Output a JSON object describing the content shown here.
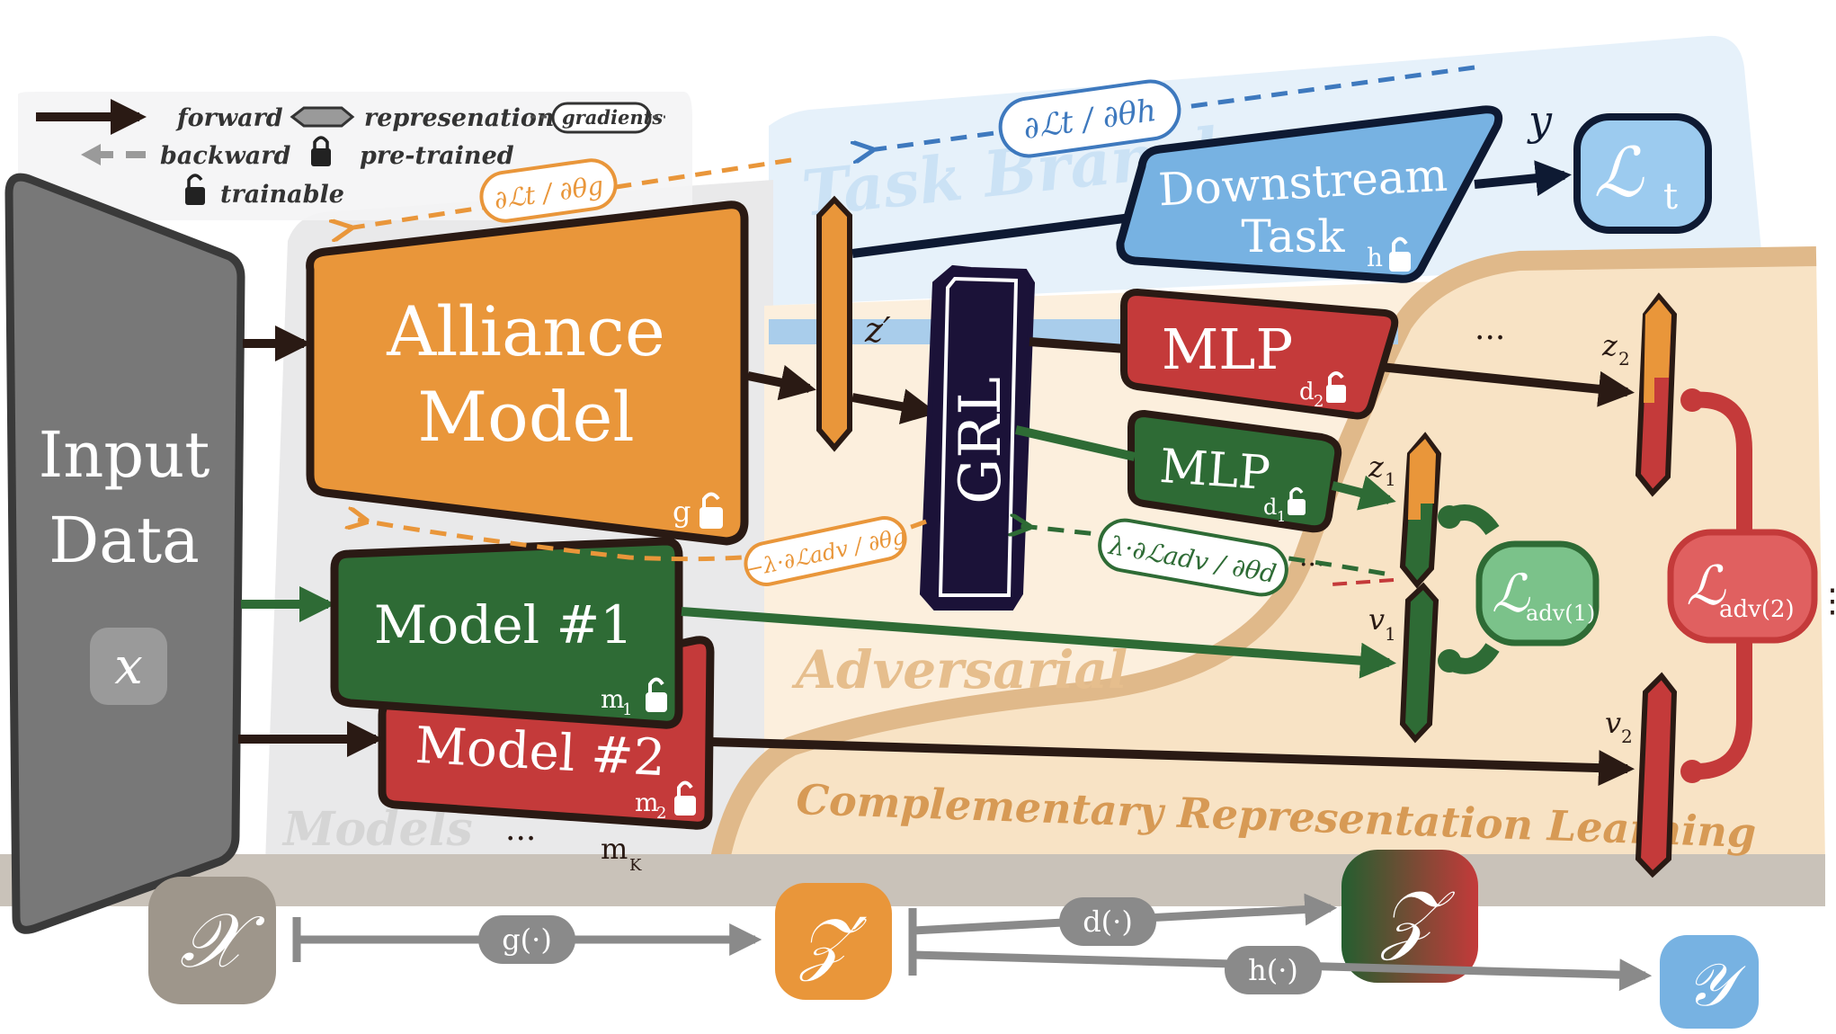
{
  "legend": {
    "forward": "forward",
    "backward": "backward",
    "representation": "represenation",
    "gradients": "gradients",
    "pretrained": "pre-trained",
    "trainable": "trainable"
  },
  "regions": {
    "task_branch": "Task Branch",
    "adversarial": "Adversarial",
    "complementary": "Complementary Representation Learning",
    "models": "Models"
  },
  "blocks": {
    "input_line1": "Input",
    "input_line2": "Data",
    "input_var": "x",
    "alliance_line1": "Alliance",
    "alliance_line2": "Model",
    "alliance_sub": "g",
    "model1": "Model #1",
    "model1_sub": "m",
    "model1_idx": "1",
    "model2": "Model #2",
    "model2_sub": "m",
    "model2_idx": "2",
    "model_k": "m",
    "model_k_idx": "K",
    "ellipsis": "···",
    "grl": "GRL",
    "downstream_line1": "Downstream",
    "downstream_line2": "Task",
    "downstream_sub": "h",
    "mlp_top": "MLP",
    "mlp_top_sub": "d",
    "mlp_top_idx": "2",
    "mlp_bottom": "MLP",
    "mlp_bottom_sub": "d",
    "mlp_bottom_idx": "1"
  },
  "vars": {
    "z_prime": "z′",
    "y": "y",
    "z1": "z",
    "z1_idx": "1",
    "z2": "z",
    "z2_idx": "2",
    "v1": "v",
    "v1_idx": "1",
    "v2": "v",
    "v2_idx": "2"
  },
  "losses": {
    "lt": "ℒ",
    "lt_idx": "t",
    "adv1": "ℒ",
    "adv1_idx": "adv(1)",
    "adv2": "ℒ",
    "adv2_idx": "adv(2)"
  },
  "gradients": {
    "task_h": "∂ℒt / ∂θh",
    "task_g": "∂ℒt / ∂θg",
    "adv_g": "−λ·∂ℒadv / ∂θg",
    "adv_d": "λ·∂ℒadv / ∂θd"
  },
  "bottom": {
    "space_x": "𝒳",
    "space_zp": "𝒵′",
    "space_z": "𝒵",
    "space_y": "𝒴",
    "g_fn": "g(·)",
    "d_fn": "d(·)",
    "h_fn": "h(·)"
  },
  "colors": {
    "orange": "#E9963A",
    "green": "#2E6B35",
    "red": "#C43A3A",
    "blue": "#77B2E2",
    "dark": "#2A1A14",
    "grey": "#7A7A7A",
    "navy": "#1B1238"
  }
}
